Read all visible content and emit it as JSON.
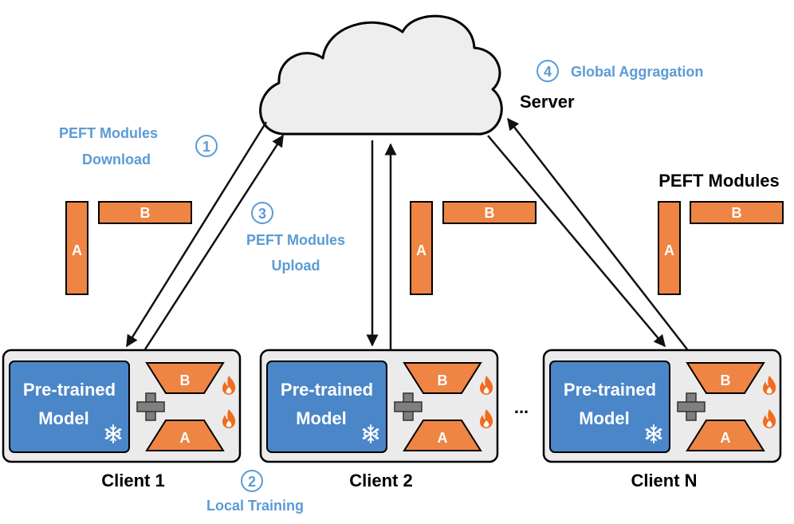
{
  "server_label": "Server",
  "steps": {
    "download": {
      "number": "1",
      "line1": "PEFT Modules",
      "line2": "Download"
    },
    "local_training": {
      "number": "2",
      "text": "Local Training"
    },
    "upload": {
      "number": "3",
      "line1": "PEFT Modules",
      "line2": "Upload"
    },
    "aggregation": {
      "number": "4",
      "text": "Global Aggragation"
    }
  },
  "peft_modules_label": "PEFT Modules",
  "module_a": "A",
  "module_b": "B",
  "model_line1": "Pre-trained",
  "model_line2": "Model",
  "ellipsis": "...",
  "clients": [
    {
      "name": "Client 1"
    },
    {
      "name": "Client 2"
    },
    {
      "name": "Client N"
    }
  ],
  "icons": {
    "frozen": "snowflake-icon",
    "trainable": "flame-icon",
    "combine": "plus-icon"
  },
  "colors": {
    "orange": "#EE8544",
    "blue_box": "#4A86C8",
    "step_blue": "#5B9BD5",
    "client_bg": "#EBEBEB",
    "cloud_fill": "#EEEEEE",
    "fire": "#F26B21"
  }
}
